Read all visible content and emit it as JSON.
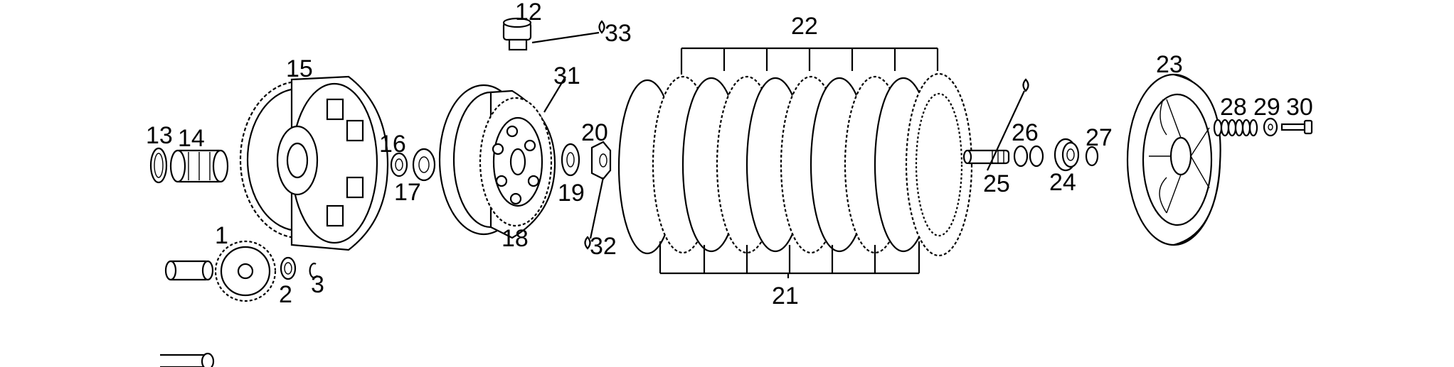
{
  "diagram": {
    "labels": {
      "p1": "1",
      "p2": "2",
      "p3": "3",
      "p12": "12",
      "p13": "13",
      "p14": "14",
      "p15": "15",
      "p16": "16",
      "p17": "17",
      "p18": "18",
      "p19": "19",
      "p20": "20",
      "p21": "21",
      "p22": "22",
      "p23": "23",
      "p24": "24",
      "p25": "25",
      "p26": "26",
      "p27": "27",
      "p28": "28",
      "p29": "29",
      "p30": "30",
      "p31": "31",
      "p32": "32",
      "p33": "33"
    },
    "line_color": "#000000",
    "background": "#ffffff"
  }
}
